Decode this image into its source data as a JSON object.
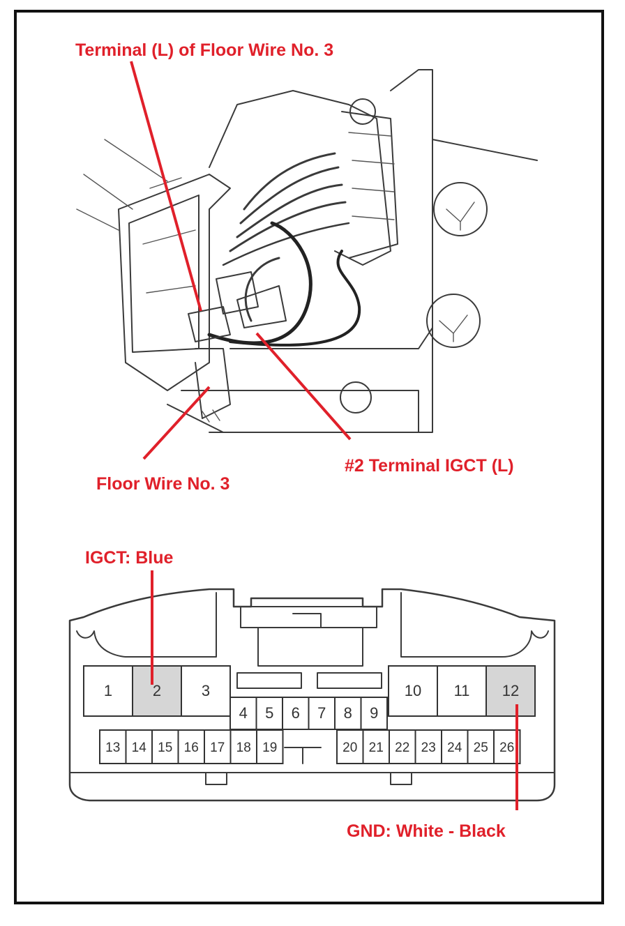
{
  "labels": {
    "terminal_l": "Terminal (L) of Floor Wire No. 3",
    "igct_terminal": "#2 Terminal IGCT (L)",
    "floor_wire": "Floor Wire No. 3",
    "igct_blue": "IGCT: Blue",
    "gnd": "GND: White - Black"
  },
  "connector": {
    "large_pins": [
      "1",
      "2",
      "3",
      "10",
      "11",
      "12"
    ],
    "middle_pins": [
      "4",
      "5",
      "6",
      "7",
      "8",
      "9"
    ],
    "bottom_pins_left": [
      "13",
      "14",
      "15",
      "16",
      "17",
      "18",
      "19"
    ],
    "bottom_pins_right": [
      "20",
      "21",
      "22",
      "23",
      "24",
      "25",
      "26"
    ],
    "highlighted_pins": [
      "2",
      "12"
    ]
  },
  "colors": {
    "callout": "#e0202a",
    "highlight_fill": "#d6d6d6",
    "line": "#333333"
  }
}
